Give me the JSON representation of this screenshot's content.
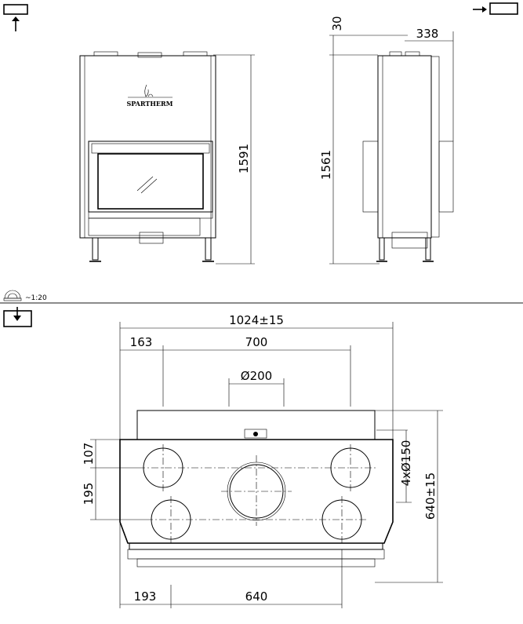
{
  "brand_logo": "SPARTHERM",
  "scale_label": "~1:20",
  "icons": {
    "front_view": "view-from-front-arrow-up-icon",
    "side_view": "view-from-side-arrow-right-icon",
    "top_view": "view-from-top-arrow-down-icon",
    "scale": "protractor-scale-icon"
  },
  "front_view": {
    "height_dim": "1591"
  },
  "side_view": {
    "top_offset_dim": "30",
    "depth_dim": "338",
    "height_dim": "1561"
  },
  "top_view": {
    "overall_width_dim": "1024±15",
    "left_offset_dim": "163",
    "outlet_spacing_dim": "700",
    "center_outlet_dim": "Ø200",
    "row1_offset_dim": "107",
    "row_spacing_dim": "195",
    "side_outlets_dim": "4xØ150",
    "overall_depth_dim": "640±15",
    "bottom_left_offset_dim": "193",
    "bottom_spacing_dim": "640"
  }
}
